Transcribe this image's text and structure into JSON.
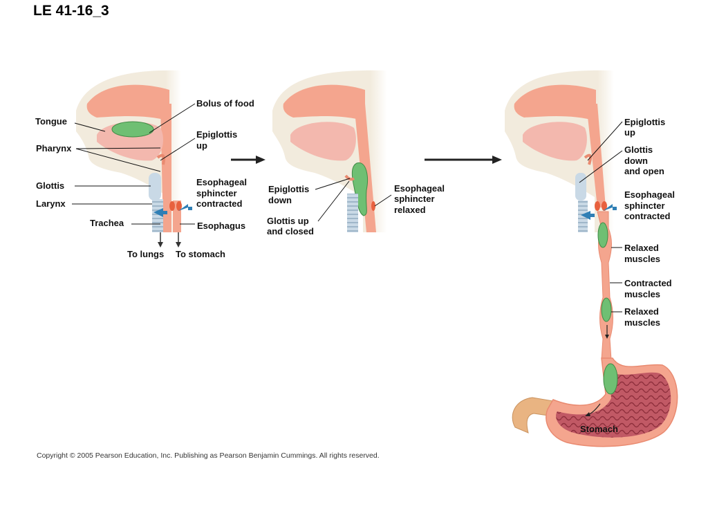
{
  "title": "LE 41-16_3",
  "copyright": "Copyright © 2005 Pearson Education, Inc. Publishing as Pearson Benjamin Cummings. All rights reserved.",
  "panel1": {
    "labels": {
      "bolus": "Bolus of food",
      "tongue": "Tongue",
      "pharynx": "Pharynx",
      "epiglottis_1": "Epiglottis",
      "epiglottis_2": "up",
      "glottis": "Glottis",
      "larynx": "Larynx",
      "sphincter_1": "Esophageal",
      "sphincter_2": "sphincter",
      "sphincter_3": "contracted",
      "trachea": "Trachea",
      "esophagus": "Esophagus",
      "to_lungs": "To lungs",
      "to_stomach": "To stomach"
    }
  },
  "panel2": {
    "labels": {
      "epiglottis_1": "Epiglottis",
      "epiglottis_2": "down",
      "glottis_1": "Glottis up",
      "glottis_2": "and closed",
      "sphincter_1": "Esophageal",
      "sphincter_2": "sphincter",
      "sphincter_3": "relaxed"
    }
  },
  "panel3": {
    "labels": {
      "epiglottis_1": "Epiglottis",
      "epiglottis_2": "up",
      "glottis_1": "Glottis",
      "glottis_2": "down",
      "glottis_3": "and open",
      "sphincter_1": "Esophageal",
      "sphincter_2": "sphincter",
      "sphincter_3": "contracted",
      "relaxed1_1": "Relaxed",
      "relaxed1_2": "muscles",
      "contracted_1": "Contracted",
      "contracted_2": "muscles",
      "relaxed2_1": "Relaxed",
      "relaxed2_2": "muscles",
      "stomach": "Stomach"
    }
  },
  "colors": {
    "skin": "#f2ebdd",
    "tissue": "#f4a58e",
    "tissue_dark": "#e98a70",
    "tongue": "#f3b8ae",
    "bolus": "#6fbf73",
    "airway": "#c9d9e6",
    "sphincter": "#e8613e",
    "arrow_blue": "#2f7fb5",
    "stomach_inner": "#b8505a"
  }
}
